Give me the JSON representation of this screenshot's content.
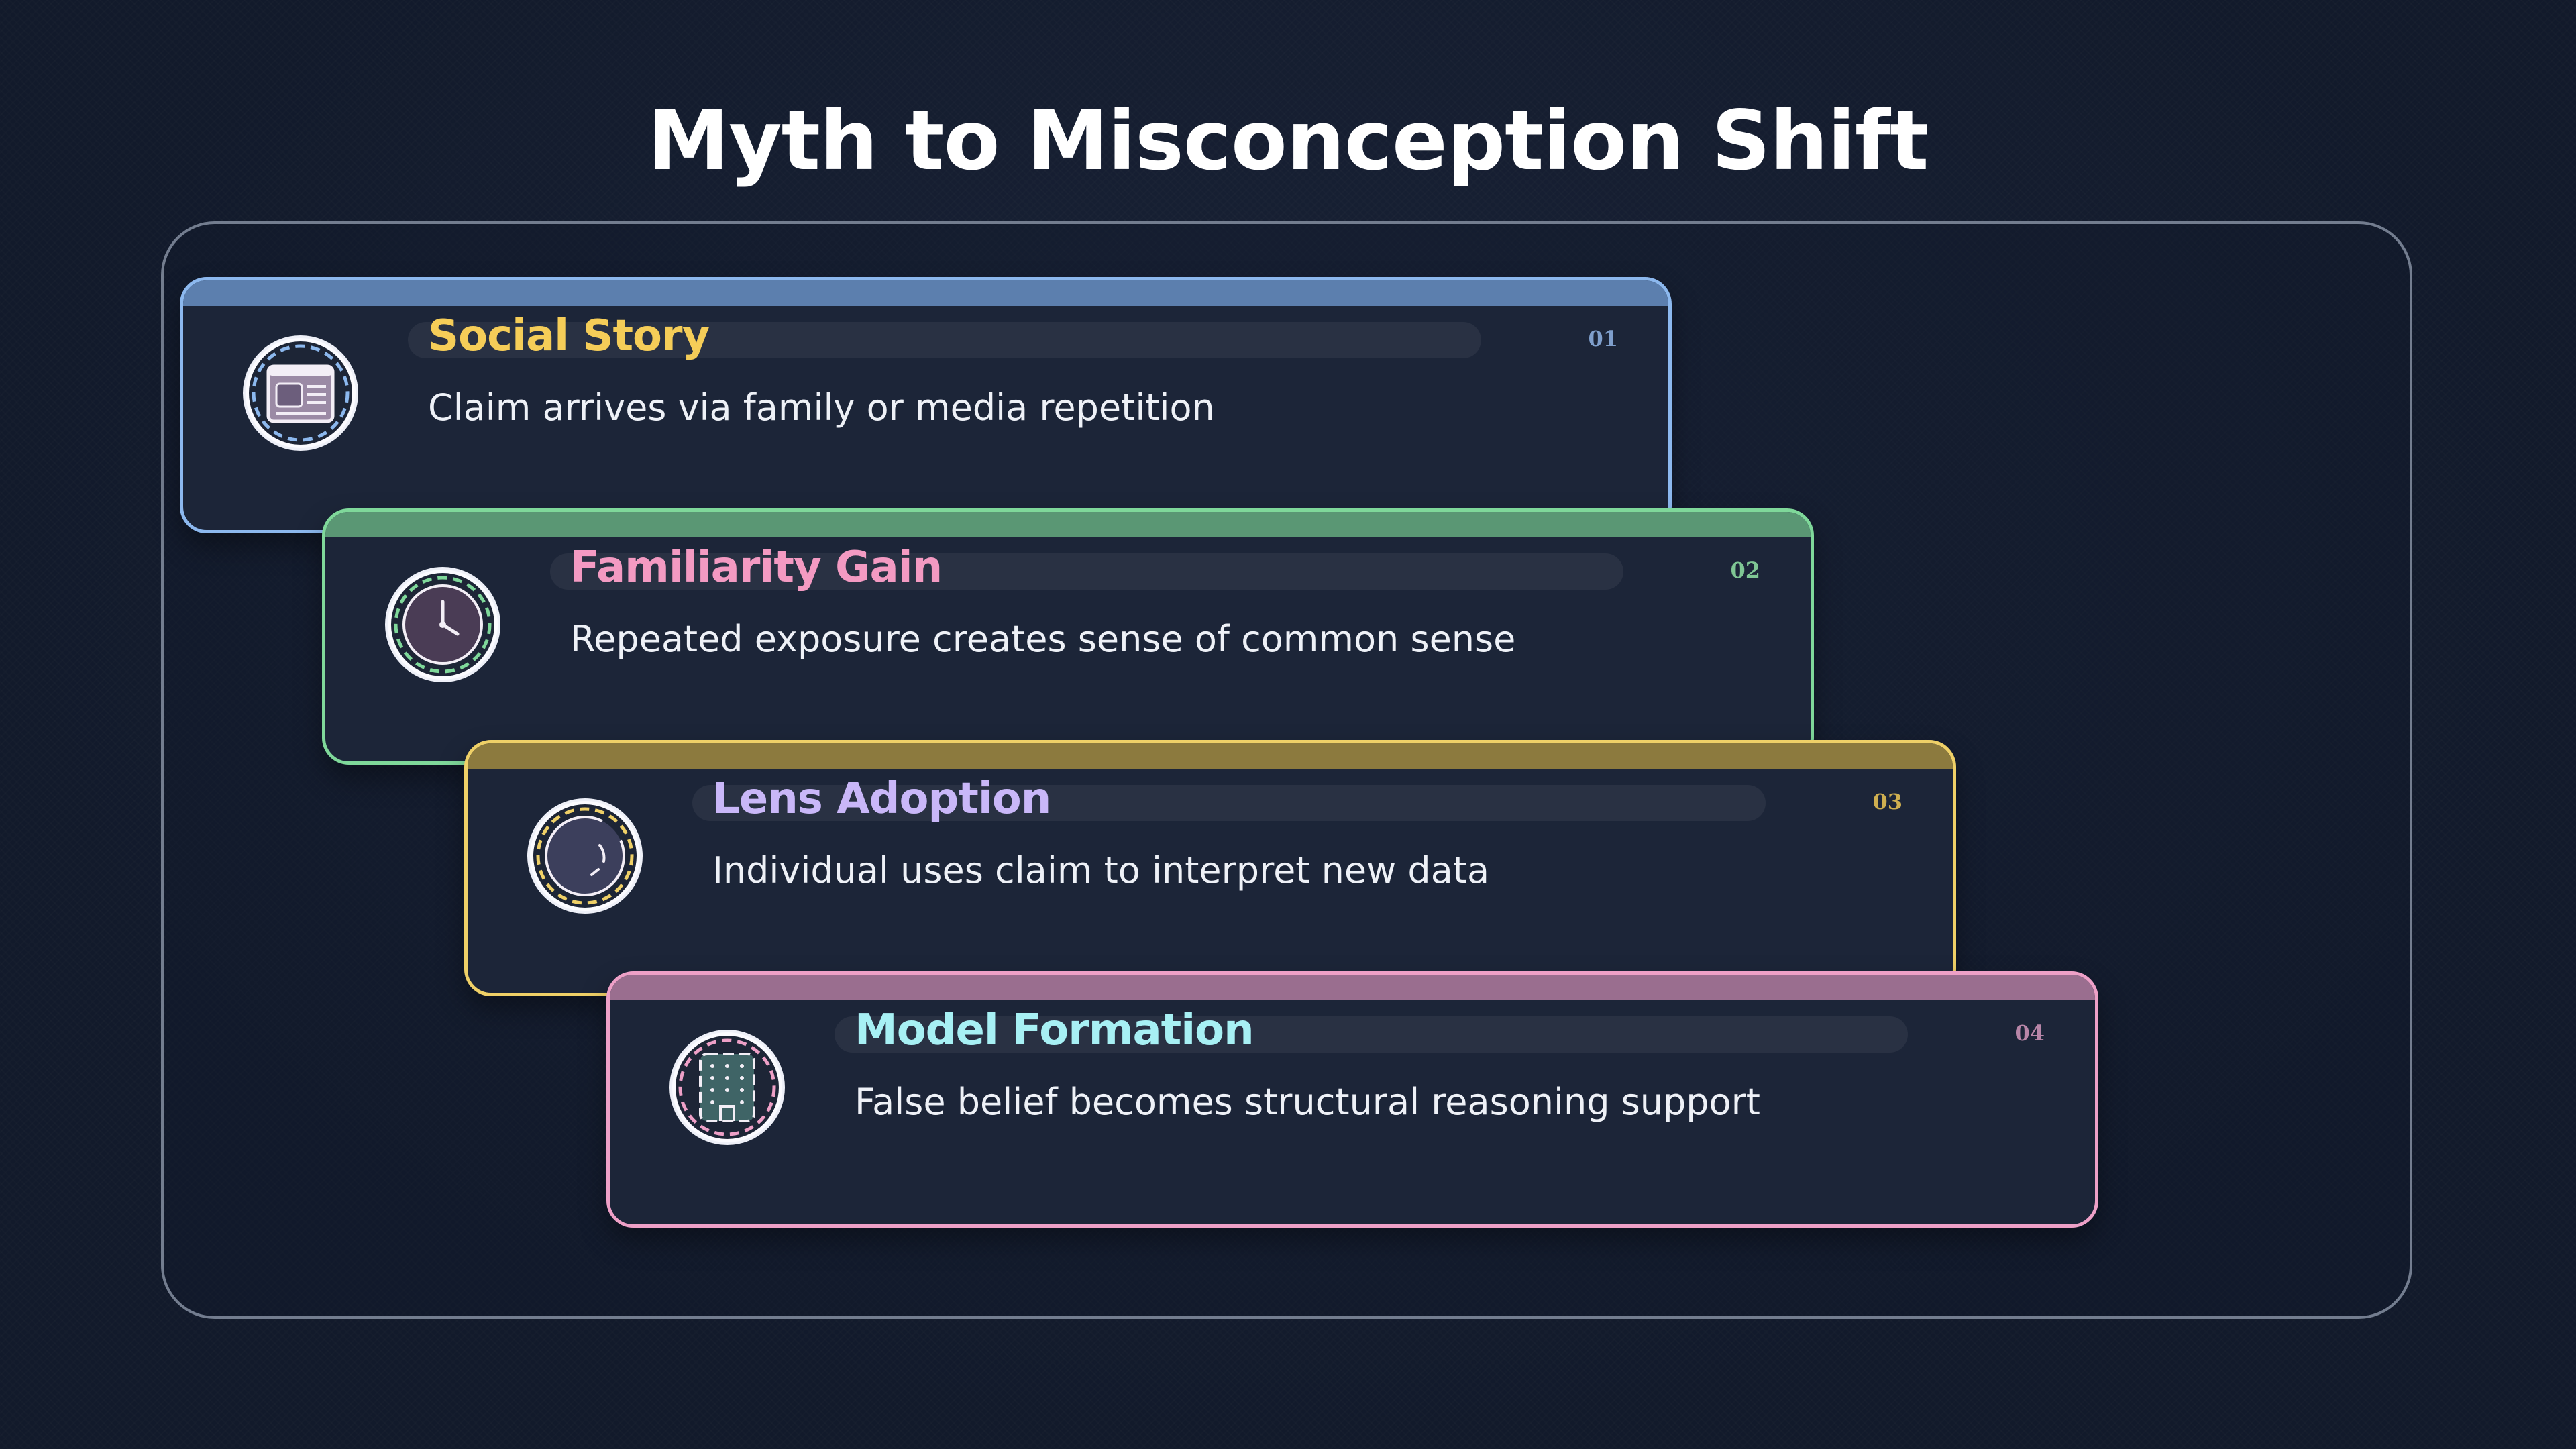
{
  "title": "Myth to Misconception Shift",
  "steps": [
    {
      "number": "01",
      "title": "Social Story",
      "description": "Claim arrives via family or media repetition",
      "icon": "newspaper-icon",
      "accent_color": "#8cb8ee",
      "title_color": "#f5cd58"
    },
    {
      "number": "02",
      "title": "Familiarity Gain",
      "description": "Repeated exposure creates sense of common sense",
      "icon": "clock-icon",
      "accent_color": "#7fd89a",
      "title_color": "#f39ac2"
    },
    {
      "number": "03",
      "title": "Lens Adoption",
      "description": "Individual uses claim to interpret new data",
      "icon": "lens-icon",
      "accent_color": "#efd067",
      "title_color": "#c9b7f8"
    },
    {
      "number": "04",
      "title": "Model Formation",
      "description": "False belief becomes structural reasoning support",
      "icon": "building-icon",
      "accent_color": "#eea0c7",
      "title_color": "#a7f0f4"
    }
  ]
}
